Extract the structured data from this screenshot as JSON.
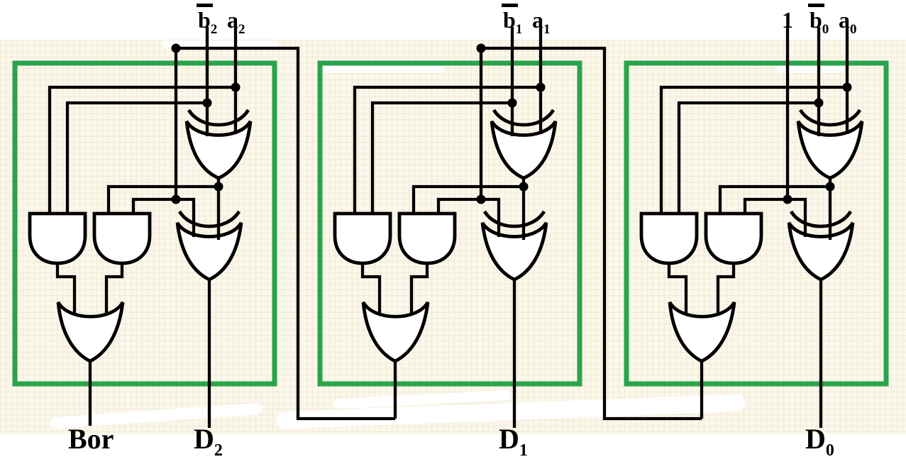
{
  "page": {
    "kind": "logic-circuit-diagram",
    "description": "3-bit subtractor made of three cascaded 1-bit subtractor cells"
  },
  "colors": {
    "wire": "#000000",
    "gate_fill": "#ffffff",
    "cell_box_green": "#2aa44c",
    "paper": "#fbf7eb",
    "paper_grid_line": "#f1ead5",
    "label_text": "#000000"
  },
  "labels": {
    "top": [
      {
        "base": "b",
        "overbar": true,
        "sub": "2"
      },
      {
        "base": "a",
        "overbar": false,
        "sub": "2"
      },
      {
        "base": "b",
        "overbar": true,
        "sub": "1"
      },
      {
        "base": "a",
        "overbar": false,
        "sub": "1"
      },
      {
        "base": "1",
        "overbar": false,
        "sub": ""
      },
      {
        "base": "b",
        "overbar": true,
        "sub": "0"
      },
      {
        "base": "a",
        "overbar": false,
        "sub": "0"
      }
    ],
    "bottom": [
      {
        "base": "Bor",
        "sub": ""
      },
      {
        "base": "D",
        "sub": "2"
      },
      {
        "base": "D",
        "sub": "1"
      },
      {
        "base": "D",
        "sub": "0"
      }
    ]
  },
  "cells": [
    {
      "name": "bit-2-subtractor-cell",
      "gates": [
        "XOR",
        "XOR",
        "AND",
        "AND",
        "OR"
      ],
      "junction_dots": 5
    },
    {
      "name": "bit-1-subtractor-cell",
      "gates": [
        "XOR",
        "XOR",
        "AND",
        "AND",
        "OR"
      ],
      "junction_dots": 5
    },
    {
      "name": "bit-0-subtractor-cell",
      "gates": [
        "XOR",
        "XOR",
        "AND",
        "AND",
        "OR"
      ],
      "junction_dots": 4
    }
  ]
}
